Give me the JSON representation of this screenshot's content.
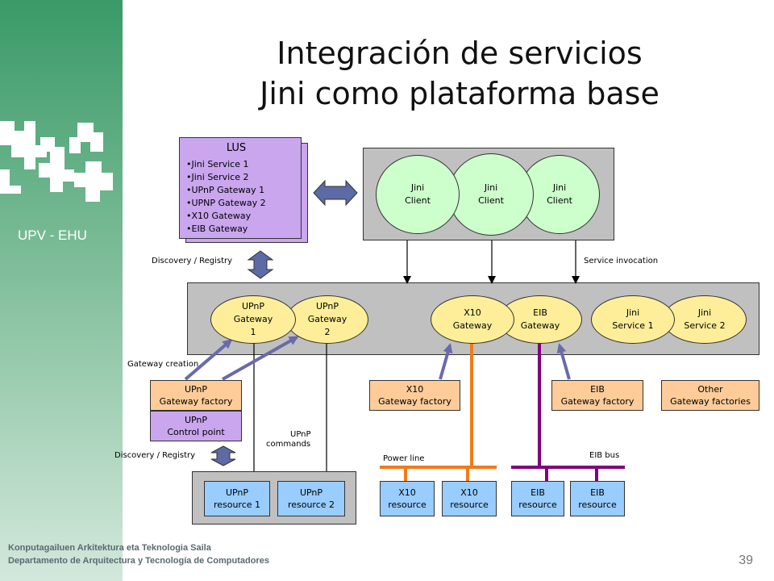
{
  "slide": {
    "title_line1": "Integración de servicios",
    "title_line2": "Jini como plataforma base",
    "logo_text": "UPV - EHU",
    "footer_line1": "Konputagailuen Arkitektura eta Teknologia Saila",
    "footer_line2": "Departamento  de Arquitectura  y Tecnología de Computadores",
    "page_number": "39"
  },
  "lus": {
    "title": "LUS",
    "items": [
      "•Jini Service 1",
      "•Jini Service 2",
      "•UPnP Gateway 1",
      "•UPNP Gateway 2",
      "•X10 Gateway",
      "•EIB Gateway"
    ]
  },
  "clients": [
    "Jini",
    "Client"
  ],
  "labels": {
    "discovery_top": "Discovery / Registry",
    "service_invocation": "Service invocation",
    "gateway_creation": "Gateway creation",
    "discovery_bottom": "Discovery / Registry",
    "upnp_commands_1": "UPnP",
    "upnp_commands_2": "commands",
    "power_line": "Power line",
    "eib_bus": "EIB bus"
  },
  "gateways": {
    "upnp1": [
      "UPnP",
      "Gateway",
      "1"
    ],
    "upnp2": [
      "UPnP",
      "Gateway",
      "2"
    ],
    "x10": [
      "X10",
      "Gateway"
    ],
    "eib": [
      "EIB",
      "Gateway"
    ],
    "jini1": [
      "Jini",
      "Service 1"
    ],
    "jini2": [
      "Jini",
      "Service 2"
    ]
  },
  "factories": {
    "upnp": [
      "UPnP",
      "Gateway factory"
    ],
    "control_point": [
      "UPnP",
      "Control point"
    ],
    "x10": [
      "X10",
      "Gateway factory"
    ],
    "eib": [
      "EIB",
      "Gateway factory"
    ],
    "other": [
      "Other",
      "Gateway factories"
    ]
  },
  "resources": {
    "upnp1": [
      "UPnP",
      "resource 1"
    ],
    "upnp2": [
      "UPnP",
      "resource 2"
    ],
    "x10a": [
      "X10",
      "resource"
    ],
    "x10b": [
      "X10",
      "resource"
    ],
    "eiba": [
      "EIB",
      "resource"
    ],
    "eibb": [
      "EIB",
      "resource"
    ]
  },
  "colors": {
    "lus_fill": "#c9a6ee",
    "oval_green": "#ccffcc",
    "oval_yellow": "#ffee99",
    "factory_orange": "#ffcc99",
    "factory_purple": "#c9a6ee",
    "resource_blue": "#99ccff",
    "power_line": "#f07b1a",
    "eib_bus": "#800080",
    "arrow_blue": "#6a6aaa"
  }
}
